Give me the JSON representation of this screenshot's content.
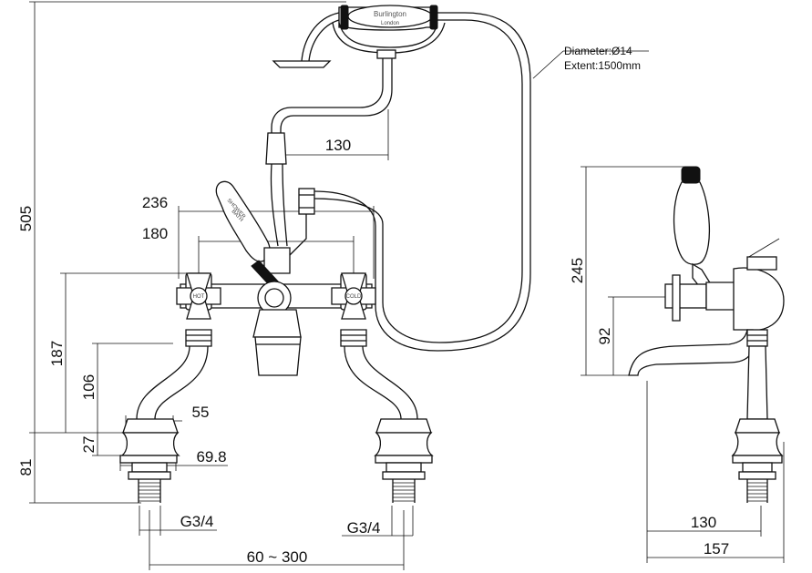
{
  "annotations": {
    "hose_diameter": "Diameter:Ø14",
    "hose_extent": "Extent:1500mm",
    "brand": "Burlington",
    "brand_sub": "London",
    "shower_bath_1": "SHOWER",
    "shower_bath_2": "BATH",
    "hot": "HOT",
    "cold": "COLD"
  },
  "dimensions": {
    "overall_height": "505",
    "handset_offset": "130",
    "handle_span": "236",
    "valve_centres": "180",
    "height_187": "187",
    "height_106": "106",
    "height_27": "27",
    "height_81": "81",
    "dim_55": "55",
    "dim_69_8": "69.8",
    "thread_left": "G3/4",
    "thread_right": "G3/4",
    "centres_range": "60 ~ 300",
    "side_height_245": "245",
    "side_height_92": "92",
    "side_projection_130": "130",
    "side_projection_157": "157"
  }
}
